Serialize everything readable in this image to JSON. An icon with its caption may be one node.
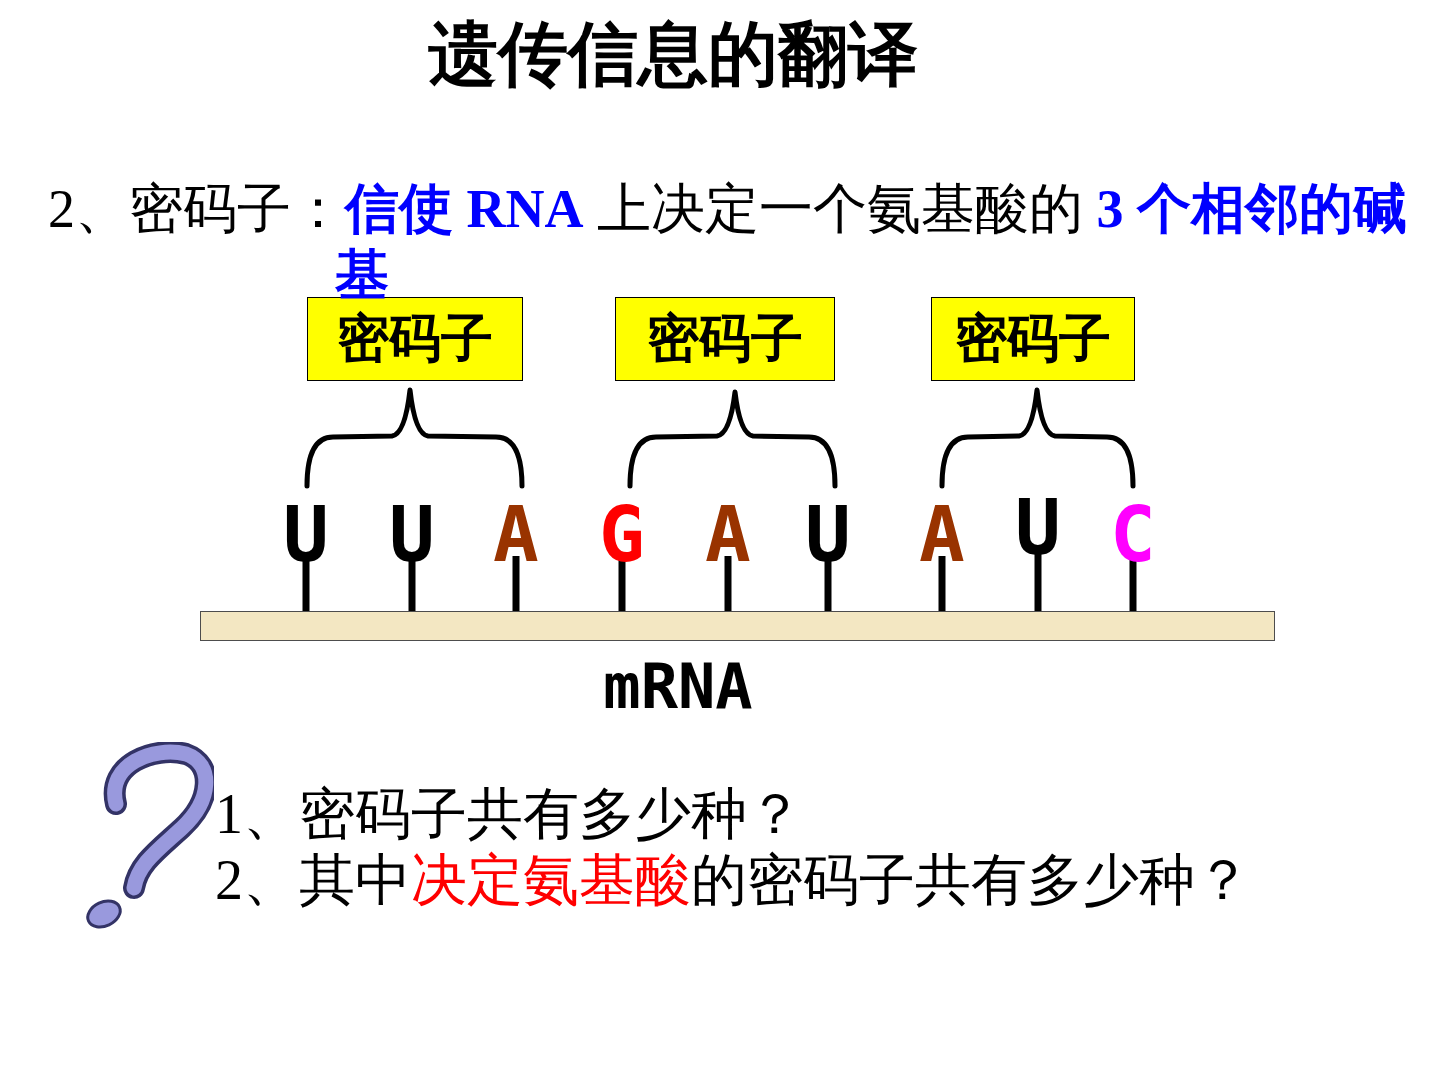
{
  "diagram": {
    "title": "遗传信息的翻译",
    "nodes": [
      {
        "text": [
          "密码子"
        ]
      },
      {
        "text": [
          "密码子"
        ]
      },
      {
        "text": [
          "密码子"
        ]
      },
      {
        "text": [],
        "shape": "bar",
        "beside": [
          "mRNA"
        ]
      }
    ],
    "labels": [
      "2、密码子：**信使 RNA** 上决定一个氨基酸的 **3 个相邻的碱基**",
      "U",
      "U",
      "A",
      "G",
      "A",
      "U",
      "A",
      "U",
      "C",
      "1、密码子共有多少种？",
      "2、其中**决定氨基酸**的密码子共有多少种？"
    ]
  }
}
